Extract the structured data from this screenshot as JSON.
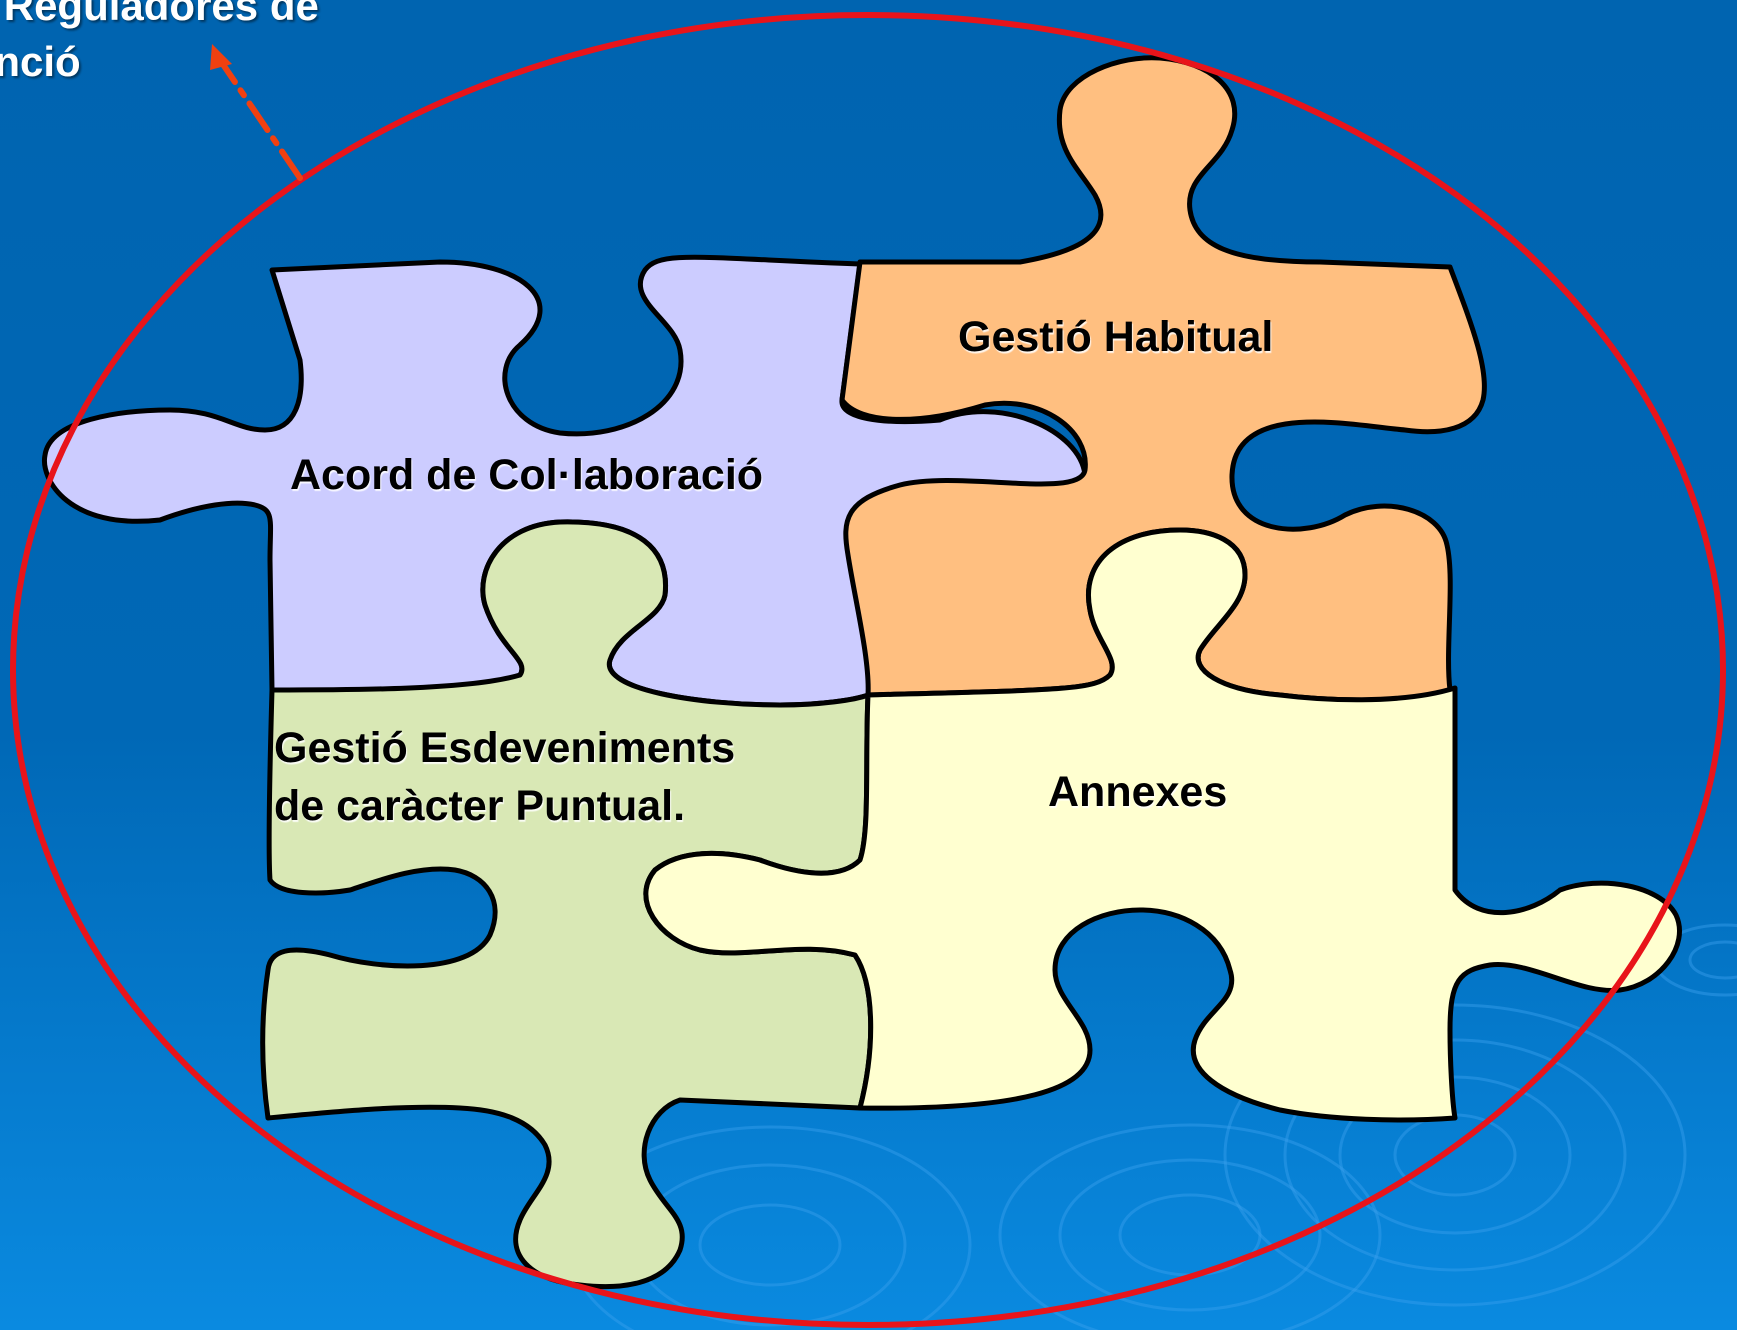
{
  "caption": {
    "line1": "ses Reguladores de",
    "line2": "bvenció"
  },
  "pieces": {
    "acord": {
      "label": "Acord de Col·laboració",
      "fill": "#CCCCFF"
    },
    "habitual": {
      "label": "Gestió Habitual",
      "fill": "#FFBF80"
    },
    "esdeveniments": {
      "line1": "Gestió Esdeveniments",
      "line2": "de caràcter Puntual.",
      "fill": "#D9E8B5"
    },
    "annexes": {
      "label": "Annexes",
      "fill": "#FFFFD0"
    }
  },
  "colors": {
    "background_top": "#0066B3",
    "background_bottom": "#0A88DD",
    "ellipse": "#E8141A",
    "arrow": "#F04010",
    "outline": "#000000"
  },
  "icons": [
    "dotted-arrow-icon",
    "ripple-decoration"
  ]
}
